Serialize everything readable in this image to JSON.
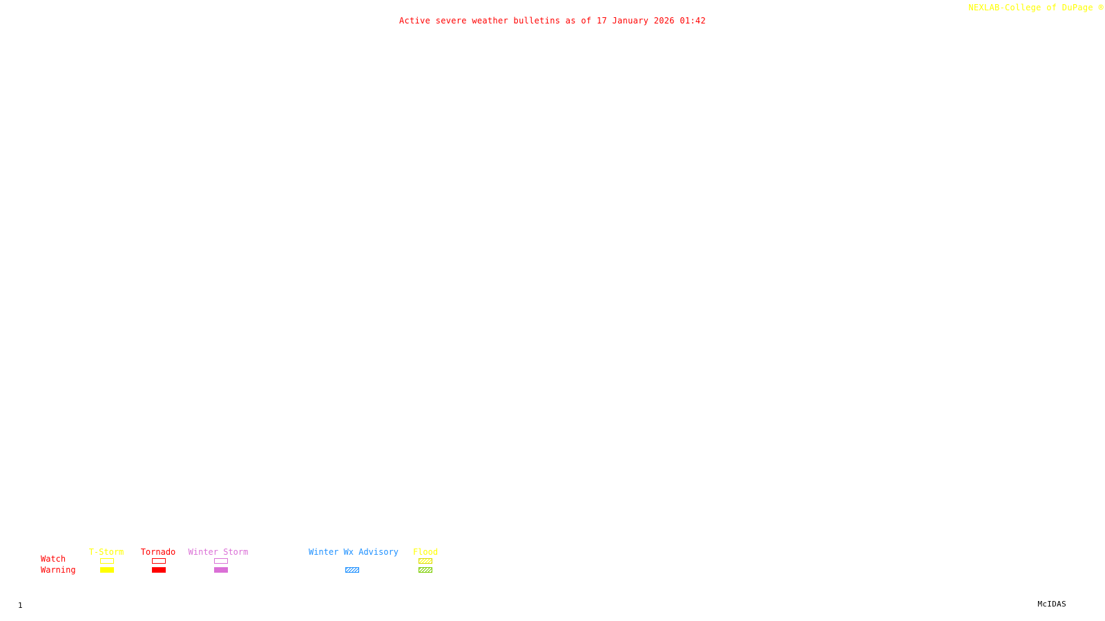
{
  "credit": "NEXLAB-College of DuPage ®",
  "title": "Active severe weather bulletins as of 17 January 2026 01:42",
  "frame_number": "1",
  "software": "McIDAS",
  "legend": {
    "watch_label": "Watch",
    "warning_label": "Warning",
    "columns": [
      {
        "name": "T-Storm",
        "color": "#ffff00",
        "watch": "outline",
        "warning": "solid"
      },
      {
        "name": "Tornado",
        "color": "#ff0000",
        "watch": "outline",
        "warning": "solid"
      },
      {
        "name": "Winter Storm",
        "color": "#da70d6",
        "watch": "outline",
        "warning": "solid"
      },
      {
        "name": "Winter Wx Advisory",
        "color": "#1e90ff",
        "watch": "none",
        "warning": "hatched"
      },
      {
        "name": "Flood",
        "color": "#ffff00",
        "watch": "hatched",
        "warning": "hatched",
        "warning_color": "#7cfc00"
      }
    ]
  }
}
